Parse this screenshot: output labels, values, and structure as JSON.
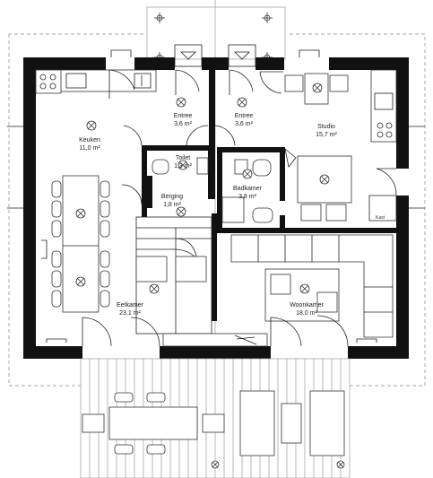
{
  "rooms": [
    {
      "name": "Keuken",
      "area": "11,0 m²"
    },
    {
      "name": "Entree",
      "area": "3,6 m²"
    },
    {
      "name": "Entree",
      "area": "3,6 m²"
    },
    {
      "name": "Studio",
      "area": "15,7 m²"
    },
    {
      "name": "Toilet",
      "area": "1,3 m²"
    },
    {
      "name": "Badkamer",
      "area": "3,8 m²"
    },
    {
      "name": "Berging",
      "area": "1,8 m²"
    },
    {
      "name": "Eetkamer",
      "area": "23,1 m²"
    },
    {
      "name": "Woonkamer",
      "area": "18,0 m²"
    }
  ],
  "labels": {
    "kast": "Kast"
  }
}
